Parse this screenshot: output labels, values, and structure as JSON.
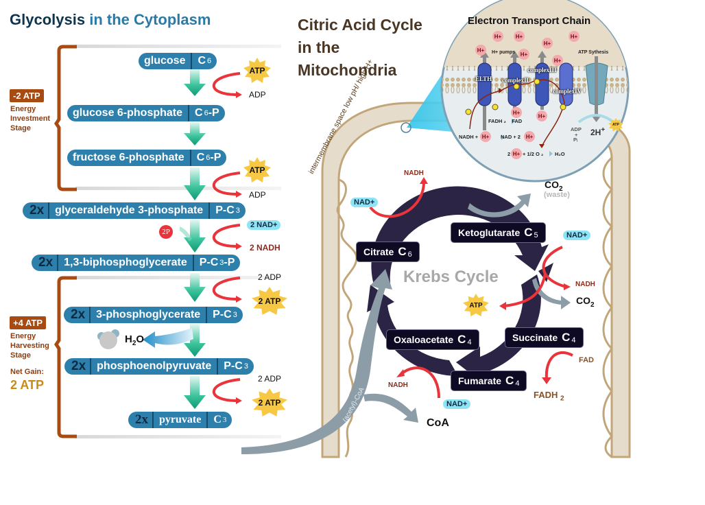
{
  "glycolysis": {
    "title_main": "Glycolysis",
    "title_accent": "in the Cytoplasm",
    "steps": [
      {
        "multiplier": "",
        "name": "glucose",
        "formula": "C",
        "sub": "6",
        "suffix": ""
      },
      {
        "multiplier": "",
        "name": "glucose 6-phosphate",
        "formula": "C",
        "sub": "6",
        "suffix": "-P"
      },
      {
        "multiplier": "",
        "name": "fructose 6-phosphate",
        "formula": "C",
        "sub": "6",
        "suffix": "-P"
      },
      {
        "multiplier": "2x",
        "name": "glyceraldehyde 3-phosphate",
        "formula": "P-C",
        "sub": "3",
        "suffix": ""
      },
      {
        "multiplier": "2x",
        "name": "1,3-biphosphoglycerate",
        "formula": "P-C",
        "sub": "3",
        "suffix": "-P"
      },
      {
        "multiplier": "2x",
        "name": "3-phosphoglycerate",
        "formula": "P-C",
        "sub": "3",
        "suffix": ""
      },
      {
        "multiplier": "2x",
        "name": "phosphoenolpyruvate",
        "formula": "P-C",
        "sub": "3",
        "suffix": ""
      },
      {
        "multiplier": "2x",
        "name": "pyruvate",
        "formula": "C",
        "sub": "3",
        "suffix": ""
      }
    ],
    "side_inputs": [
      {
        "in": "ATP",
        "out": "ADP"
      },
      {
        "in": "ATP",
        "out": "ADP"
      },
      {
        "in": "2 NAD+",
        "out": "2 NADH",
        "extra": "2P"
      },
      {
        "in": "2 ADP",
        "out": "2 ATP"
      },
      {
        "in": "2 ADP",
        "out": "2 ATP"
      }
    ],
    "water": {
      "label": "H",
      "sub": "2",
      "suffix": "O"
    },
    "investment": {
      "badge": "-2 ATP",
      "lines": [
        "Energy",
        "Investment",
        "Stage"
      ]
    },
    "harvesting": {
      "badge": "+4 ATP",
      "lines": [
        "Energy",
        "Harvesting",
        "Stage"
      ]
    },
    "net_gain": {
      "label": "Net Gain:",
      "value": "2 ATP"
    }
  },
  "citric": {
    "title_lines": [
      "Citric Acid Cycle",
      "in the",
      "Mitochondria"
    ],
    "intermembrane_label": "intermembrane space low pH/ high H+",
    "acetyl_label": "(acetyl)-CoA",
    "cycle_name": "Krebs Cycle",
    "compounds": [
      {
        "name": "Citrate",
        "formula": "C",
        "sub": "6"
      },
      {
        "name": "Ketoglutarate",
        "formula": "C",
        "sub": "5"
      },
      {
        "name": "Succinate",
        "formula": "C",
        "sub": "4"
      },
      {
        "name": "Fumarate",
        "formula": "C",
        "sub": "4"
      },
      {
        "name": "Oxaloacetate",
        "formula": "C",
        "sub": "4"
      }
    ],
    "nad_plus": "NAD+",
    "nadh": "NADH",
    "co2": {
      "label": "CO",
      "sub": "2",
      "note": "(waste)"
    },
    "atp": "ATP",
    "fad": "FAD",
    "fadh2": {
      "label": "FADH",
      "sub": "2"
    },
    "coa": "CoA"
  },
  "etc": {
    "title": "Electron Transport Chain",
    "h_plus": "H+",
    "h_pumps": "H+ pumps",
    "atp_synthesis": "ATP Sythesis",
    "complexes": [
      "ELTH",
      "complexII",
      "complexIII",
      "complexIV"
    ],
    "electron": "e-",
    "eq_nadh": "NADH +",
    "eq_nad": "NAD + 2",
    "eq_fadh": "FADH",
    "eq_fad": "FAD",
    "eq_water_left": "2",
    "eq_water_mid": "+ 1/2 O",
    "eq_water_right": "H₂O",
    "adp": "ADP",
    "plus": "+",
    "pi": "Pᵢ",
    "two_h": "2H",
    "atp_small": "ATP"
  },
  "colors": {
    "pill": "#2d7fac",
    "bracket": "#a84b12",
    "cycle_arrow": "#2b2444",
    "atp_star": "#f7c844",
    "red_arrow": "#e8343a",
    "green_arrow": "#12a07a"
  }
}
